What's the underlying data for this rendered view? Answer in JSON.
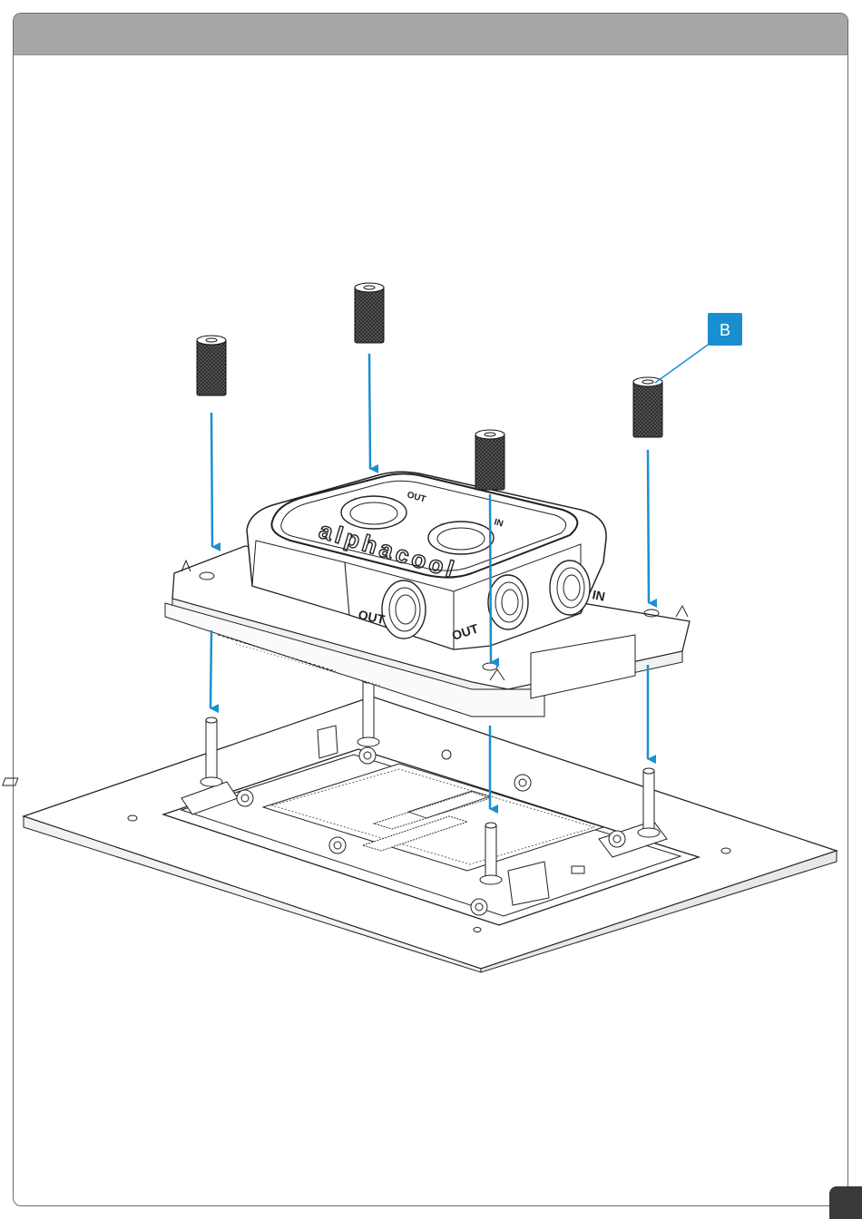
{
  "header": {
    "title": ""
  },
  "callout": {
    "label": "B",
    "color": "#1a8fd0"
  },
  "block": {
    "brand_logo": "alphacool",
    "ports": {
      "top_out": "OUT",
      "top_in": "IN",
      "side_out_left": "OUT",
      "side_out_mid": "OUT",
      "side_in_right": "IN"
    }
  },
  "colors": {
    "arrow": "#1a8fd0",
    "line": "#222222",
    "header": "#a6a6a6",
    "standoff": "#2a2a2a"
  },
  "icons": [
    "standoff-screw-icon",
    "arrow-down-icon"
  ]
}
